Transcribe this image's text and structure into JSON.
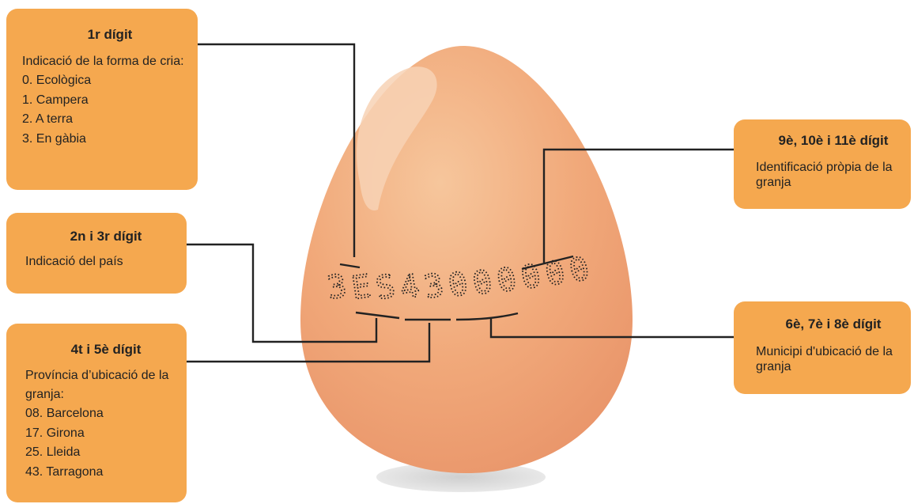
{
  "boxes": {
    "first": {
      "title": "1r dígit",
      "text": "Indicació de la forma de cria:",
      "items": [
        "0. Ecològica",
        "1. Campera",
        "2. A terra",
        "3. En gàbia"
      ]
    },
    "second": {
      "title": "2n i 3r dígit",
      "text": "Indicació del país"
    },
    "third": {
      "title": "4t i 5è dígit",
      "text": "Província d’ubicació de la granja:",
      "items": [
        "08. Barcelona",
        "17. Girona",
        "25. Lleida",
        "43. Tarragona"
      ]
    },
    "fourth": {
      "title": "9è, 10è i 11è dígit",
      "text": "Identificació pròpia de la granja"
    },
    "fifth": {
      "title": "6è, 7è i 8è dígit",
      "text": "Municipi d'ubicació de la granja"
    }
  },
  "egg": {
    "code": "3ES43000000"
  },
  "colors": {
    "box": "#f5a84f",
    "egg": "#f2ad7f",
    "line": "#222222"
  }
}
